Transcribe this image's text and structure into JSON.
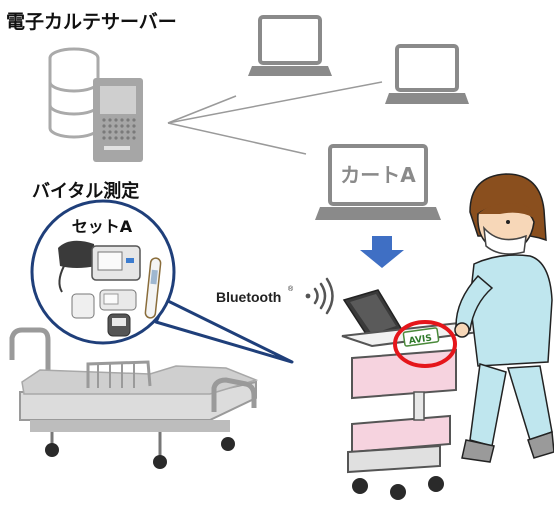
{
  "server_title": "電子カルテサーバー",
  "vital_title": "バイタル測定",
  "set_label": "セットA",
  "cart_label": "カートA",
  "bluetooth_label": "Bluetooth",
  "bluetooth_mark": "®",
  "avis_label": "AVIS",
  "colors": {
    "arrow": "#3f6fc4",
    "callout_border": "#1f3f7a",
    "laptop_gray": "#8a8a8a",
    "highlight": "#e5161b",
    "scrub": "#bfe6ee",
    "cart_pink": "#f6d3df"
  }
}
